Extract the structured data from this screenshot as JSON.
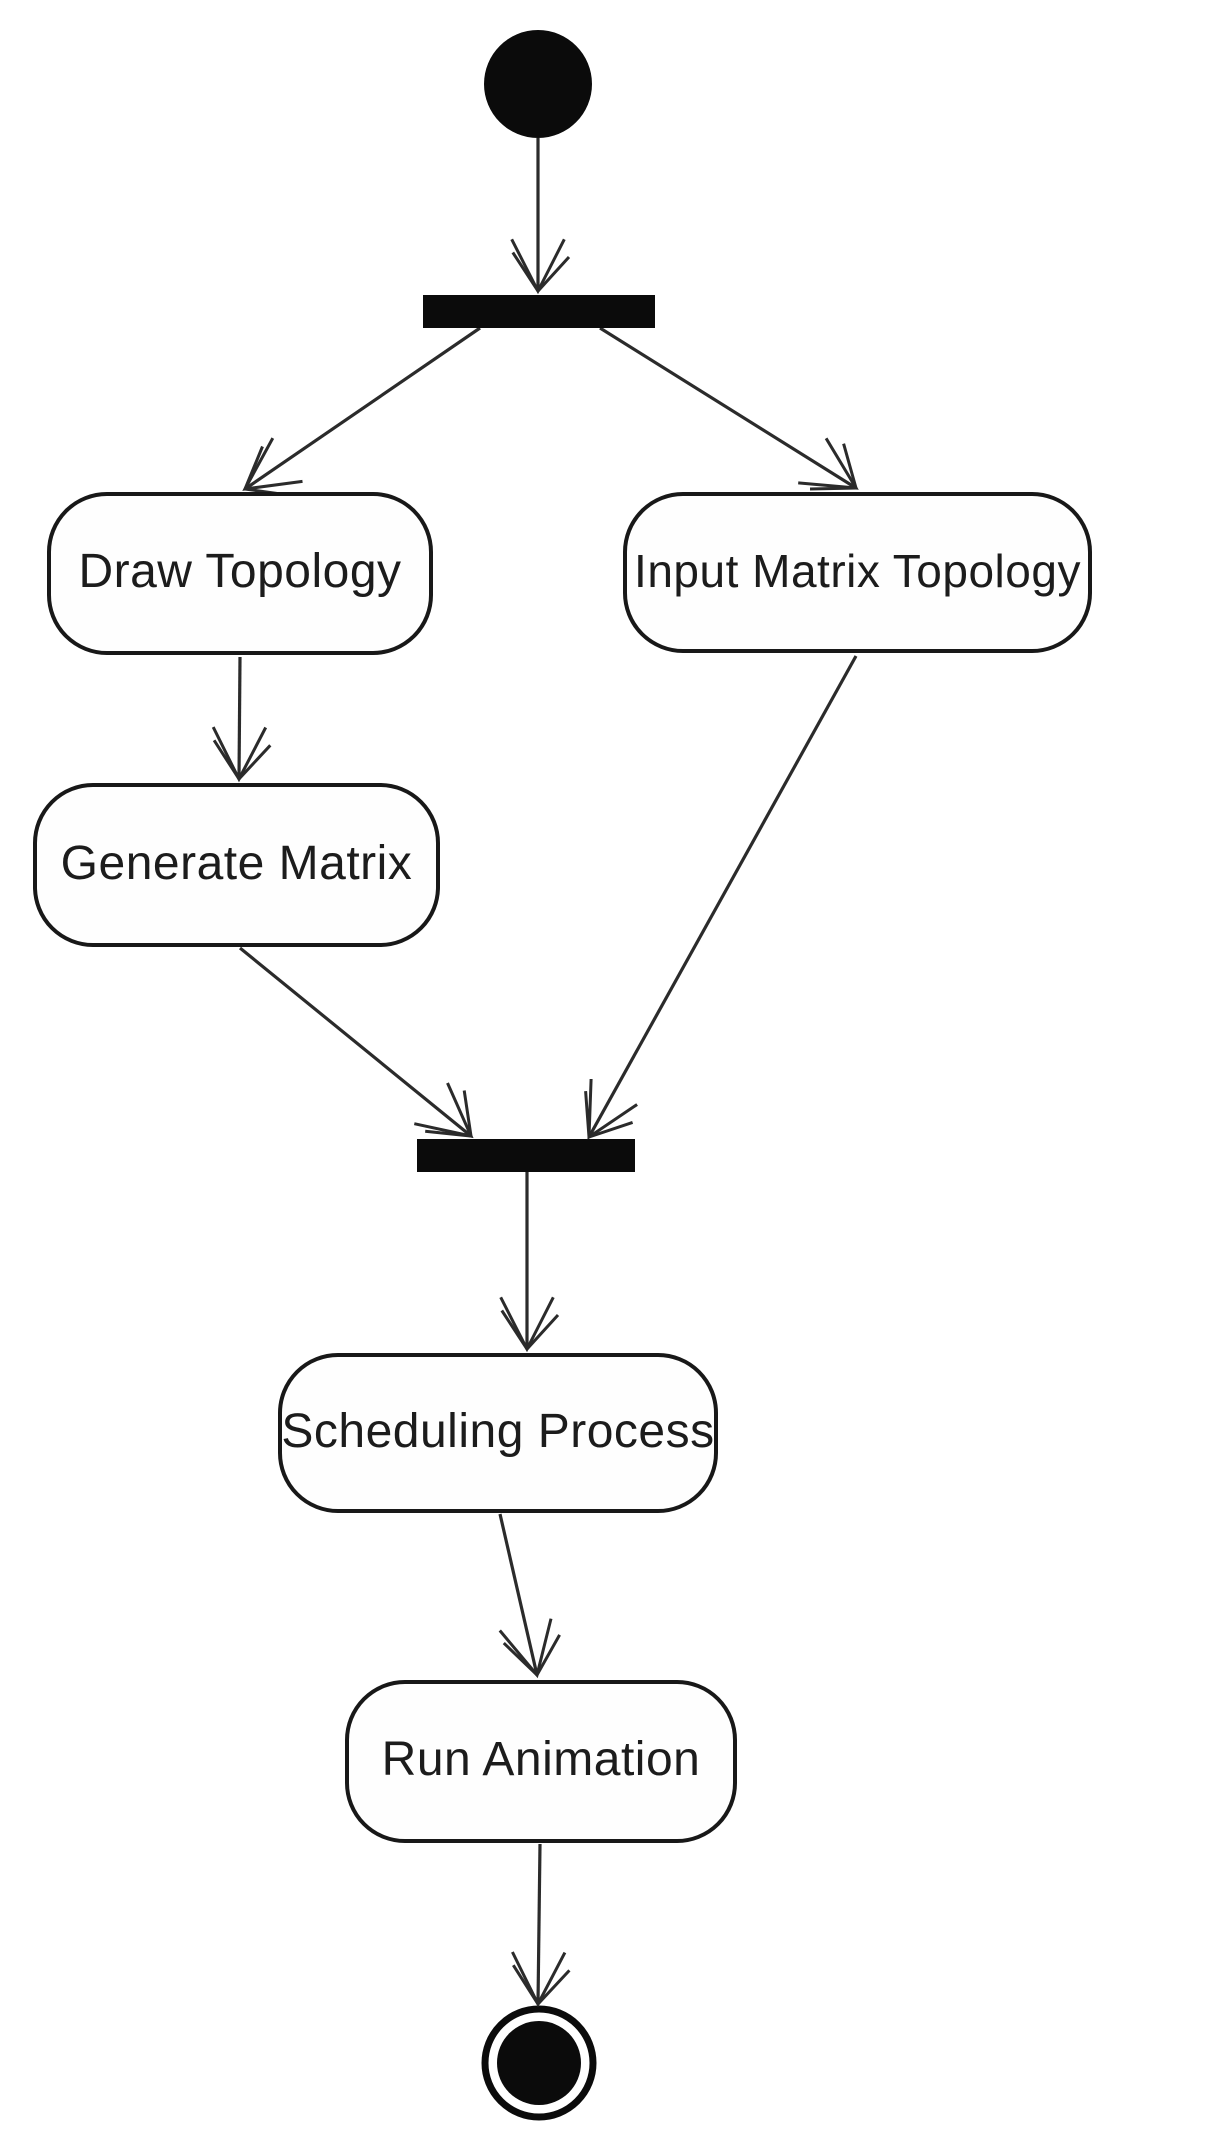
{
  "diagram": {
    "type": "uml-activity-diagram",
    "title": "Activity diagram: topology scheduling animation flow",
    "colors": {
      "background": "#ffffff",
      "shape_fill": "#0b0b0b",
      "node_border": "#181818",
      "edge_stroke": "#2b2b2b",
      "text": "#1c1c1c"
    },
    "nodes": [
      {
        "id": "start",
        "kind": "initial-node",
        "label": ""
      },
      {
        "id": "fork",
        "kind": "fork-bar",
        "label": ""
      },
      {
        "id": "draw_topology",
        "kind": "action",
        "label": "Draw Topology"
      },
      {
        "id": "input_matrix",
        "kind": "action",
        "label": "Input Matrix Topology"
      },
      {
        "id": "generate_matrix",
        "kind": "action",
        "label": "Generate Matrix"
      },
      {
        "id": "join",
        "kind": "join-bar",
        "label": ""
      },
      {
        "id": "scheduling_process",
        "kind": "action",
        "label": "Scheduling Process"
      },
      {
        "id": "run_animation",
        "kind": "action",
        "label": "Run Animation"
      },
      {
        "id": "end",
        "kind": "final-node",
        "label": ""
      }
    ],
    "edges": [
      {
        "from": "start",
        "to": "fork"
      },
      {
        "from": "fork",
        "to": "draw_topology"
      },
      {
        "from": "fork",
        "to": "input_matrix"
      },
      {
        "from": "draw_topology",
        "to": "generate_matrix"
      },
      {
        "from": "generate_matrix",
        "to": "join"
      },
      {
        "from": "input_matrix",
        "to": "join"
      },
      {
        "from": "join",
        "to": "scheduling_process"
      },
      {
        "from": "scheduling_process",
        "to": "run_animation"
      },
      {
        "from": "run_animation",
        "to": "end"
      }
    ]
  }
}
